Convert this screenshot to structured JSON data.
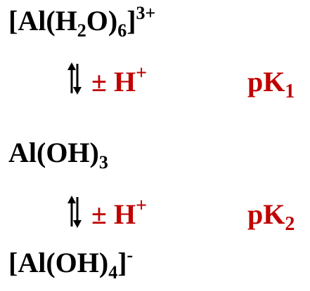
{
  "colors": {
    "species": "#000000",
    "equilibrium": "#c00000"
  },
  "icons": {
    "equilibrium_arrows": "double-arrow-up-down-icon"
  },
  "species": [
    {
      "base": "[Al(H",
      "sub1": "2",
      "mid": "O)",
      "sub2": "6",
      "tail": "]",
      "sup": "3+"
    },
    {
      "base": "Al(OH)",
      "sub1": "3"
    },
    {
      "base": "[Al(OH)",
      "sub1": "4",
      "tail": "]",
      "sup": "-"
    }
  ],
  "equilibria": [
    {
      "sign": "± H",
      "charge": "+",
      "pk_base": "pK",
      "pk_index": "1"
    },
    {
      "sign": "± H",
      "charge": "+",
      "pk_base": "pK",
      "pk_index": "2"
    }
  ]
}
